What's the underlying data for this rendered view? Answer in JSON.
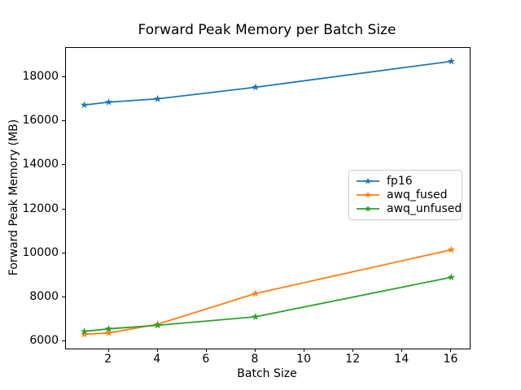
{
  "chart_data": {
    "type": "line",
    "title": "Forward Peak Memory per Batch Size",
    "xlabel": "Batch Size",
    "ylabel": "Forward Peak Memory (MB)",
    "x": [
      1,
      2,
      4,
      8,
      16
    ],
    "series": [
      {
        "name": "fp16",
        "color": "#1f77b4",
        "values": [
          16750,
          16880,
          17030,
          17560,
          18740
        ]
      },
      {
        "name": "awq_fused",
        "color": "#ff7f0e",
        "values": [
          6300,
          6360,
          6760,
          8160,
          10150
        ]
      },
      {
        "name": "awq_unfused",
        "color": "#2ca02c",
        "values": [
          6430,
          6550,
          6710,
          7100,
          8900
        ]
      }
    ],
    "marker": "star",
    "xticks": [
      2,
      4,
      6,
      8,
      10,
      12,
      14,
      16
    ],
    "yticks": [
      6000,
      8000,
      10000,
      12000,
      14000,
      16000,
      18000
    ],
    "xlim": [
      0.25,
      16.75
    ],
    "ylim": [
      5650,
      19350
    ],
    "grid": false,
    "legend_position": "center right",
    "background_color": "#ffffff",
    "spine_color": "#000000",
    "legend_border_color": "#cccccc"
  }
}
